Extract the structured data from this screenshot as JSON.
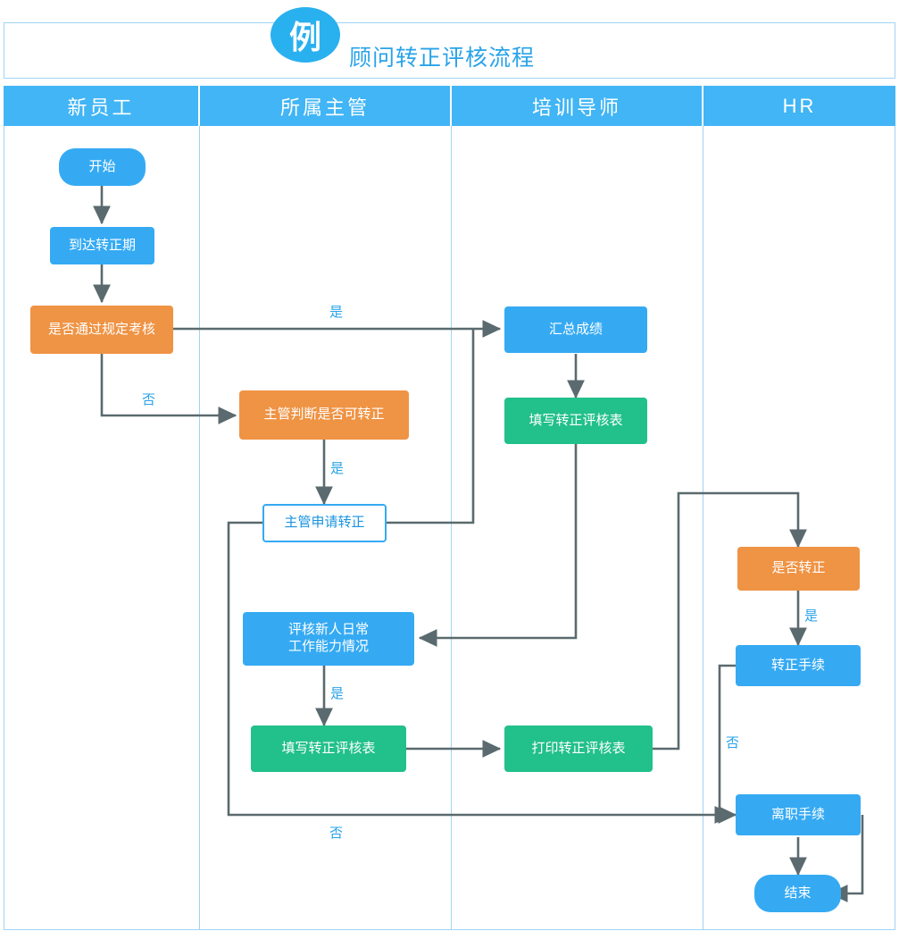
{
  "header": {
    "badge": "例",
    "title": "顾问转正评核流程"
  },
  "lanes": [
    {
      "label": "新员工"
    },
    {
      "label": "所属主管"
    },
    {
      "label": "培训导师"
    },
    {
      "label": "HR"
    }
  ],
  "nodes": {
    "start": "开始",
    "arrive": "到达转正期",
    "pass_check": "是否通过规定考核",
    "supervisor_judge": "主管判断是否可转正",
    "supervisor_apply": "主管申请转正",
    "evaluate_newcomer": "评核新人日常\n工作能力情况",
    "fill_form_sup": "填写转正评核表",
    "summarize": "汇总成绩",
    "fill_form_mentor": "填写转正评核表",
    "print_form": "打印转正评核表",
    "is_regular": "是否转正",
    "regular_procedure": "转正手续",
    "resign_procedure": "离职手续",
    "end": "结束"
  },
  "edge_labels": {
    "yes_1": "是",
    "no_1": "否",
    "yes_2": "是",
    "yes_3": "是",
    "yes_4": "是",
    "no_2": "否",
    "no_3": "否"
  },
  "colors": {
    "lane_header": "#41b5f5",
    "blue": "#35aaf3",
    "green": "#22c08a",
    "orange": "#ef9344",
    "line": "#5a6a6e",
    "label_text": "#29a3e8",
    "border": "#9fd4f5"
  }
}
